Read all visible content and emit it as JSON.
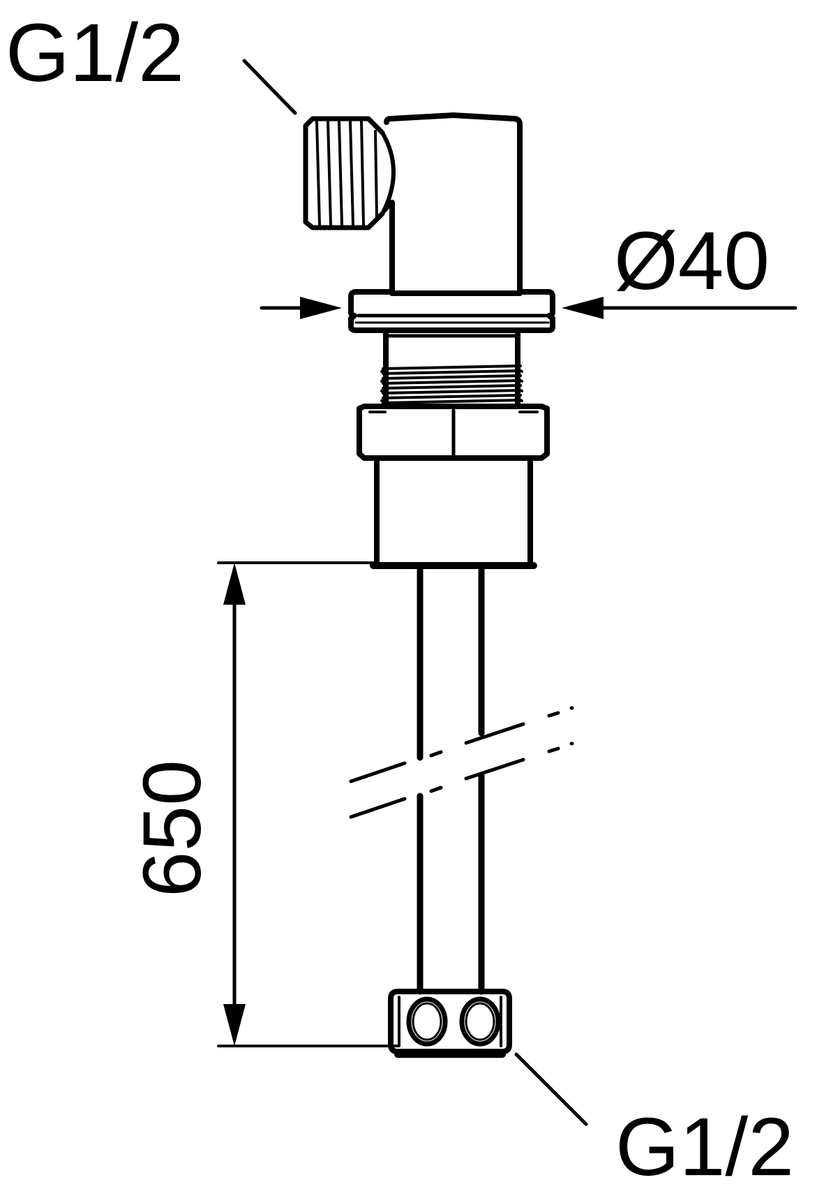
{
  "diagram": {
    "labels": {
      "top_thread": "G1/2",
      "diameter": "Ø40",
      "length": "650",
      "bottom_thread": "G1/2"
    },
    "colors": {
      "stroke": "#000000",
      "background": "#ffffff"
    }
  }
}
